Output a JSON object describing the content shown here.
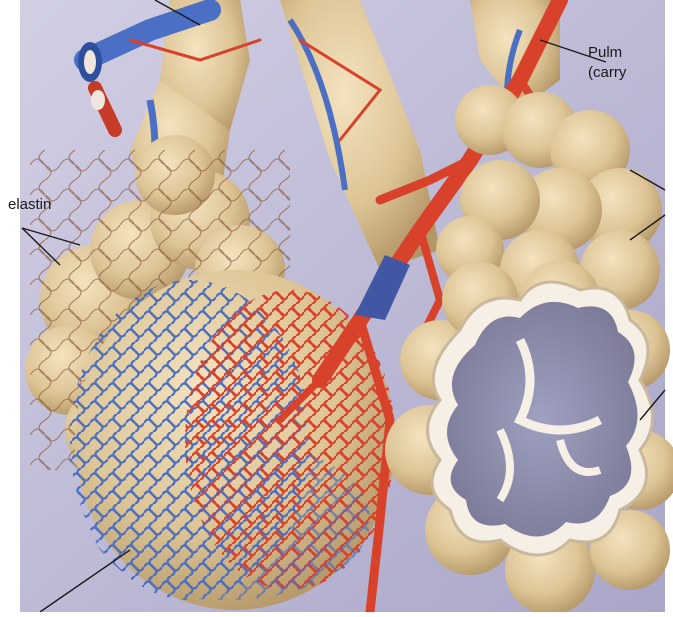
{
  "labels": {
    "elastin": "elastin",
    "pulmonary_line1": "Pulm",
    "pulmonary_line2": "(carry"
  },
  "colors": {
    "background": "#b9b6d3",
    "alveolus": "#dcc495",
    "alveolus_shadow": "#b39566",
    "artery": "#d8412a",
    "vein": "#4a6fc4",
    "interior": "#8d8cab",
    "leader": "#1a1a1a"
  }
}
